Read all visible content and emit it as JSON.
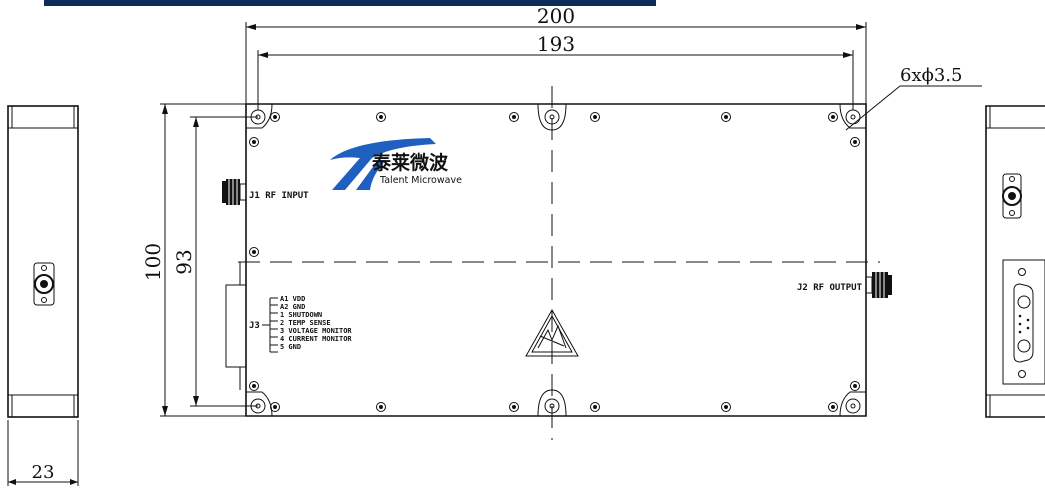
{
  "dimensions": {
    "overall_length": "200",
    "hole_spacing_length": "193",
    "overall_width": "100",
    "hole_spacing_width": "93",
    "thickness": "23",
    "holes": "6xϕ3.5"
  },
  "ports": {
    "input": "J1 RF INPUT",
    "output": "J2 RF OUTPUT",
    "j3": "J3"
  },
  "pinout": [
    "A1 VDD",
    "A2 GND",
    "1 SHUTDOWN",
    "2 TEMP SENSE",
    "3 VOLTAGE MONITOR",
    "4 CURRENT MONITOR",
    "5 GND"
  ],
  "logo": {
    "brand_cn": "泰莱微波",
    "brand_en": "Talent Microwave",
    "color": "#1f5fbf"
  },
  "colors": {
    "top_bar": "#0d2c5a",
    "line": "#111111",
    "logo_blue": "#1f5fbf"
  }
}
